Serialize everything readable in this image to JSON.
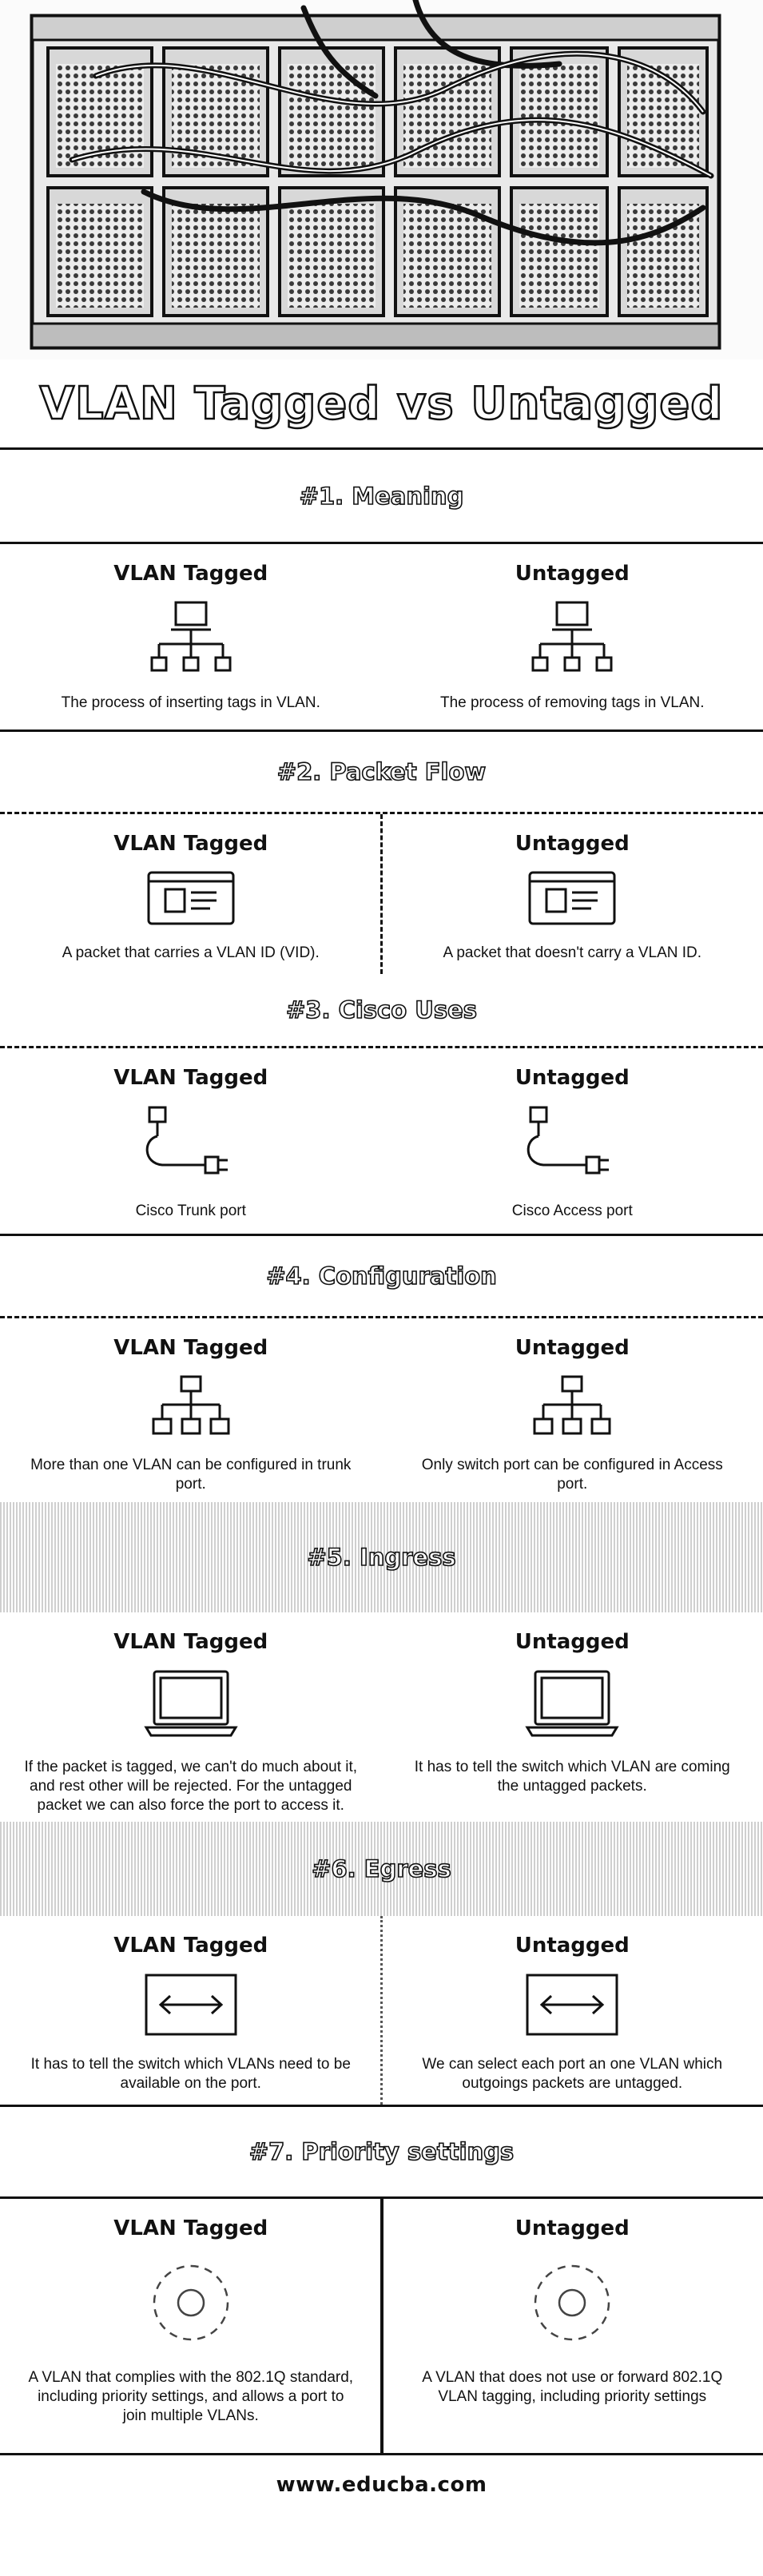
{
  "title": "VLAN Tagged vs Untagged",
  "columns": {
    "left": "VLAN Tagged",
    "right": "Untagged"
  },
  "sections": [
    {
      "heading": "#1. Meaning",
      "left_desc": "The process of inserting tags in VLAN.",
      "right_desc": "The process of removing tags in VLAN.",
      "icon": "network-tree-icon"
    },
    {
      "heading": "#2. Packet Flow",
      "left_desc": "A packet that carries a VLAN ID (VID).",
      "right_desc": "A packet that doesn't carry a VLAN ID.",
      "icon": "packet-window-icon"
    },
    {
      "heading": "#3. Cisco Uses",
      "left_desc": "Cisco Trunk port",
      "right_desc": "Cisco Access port",
      "icon": "cable-plug-icon"
    },
    {
      "heading": "#4. Configuration",
      "left_desc": "More than one VLAN can be configured in trunk port.",
      "right_desc": "Only switch port can be configured in Access port.",
      "icon": "hierarchy-icon"
    },
    {
      "heading": "#5. Ingress",
      "left_desc": "If the packet is tagged, we can't do much about it, and rest other will be rejected. For the untagged packet we can also force the port to access it.",
      "right_desc": "It has to tell the switch which VLAN are coming the untagged packets.",
      "icon": "laptop-icon"
    },
    {
      "heading": "#6. Egress",
      "left_desc": "It has to tell the switch which VLANs need to be available on the port.",
      "right_desc": "We can select each port an one VLAN which outgoings packets are untagged.",
      "icon": "bidirectional-arrow-icon"
    },
    {
      "heading": "#7. Priority settings",
      "left_desc": "A VLAN that complies with the 802.1Q standard, including priority settings, and allows a port to join multiple VLANs.",
      "right_desc": "A VLAN that does not use or forward 802.1Q VLAN tagging, including priority settings",
      "icon": "gear-icon"
    }
  ],
  "footer": "www.educba.com"
}
